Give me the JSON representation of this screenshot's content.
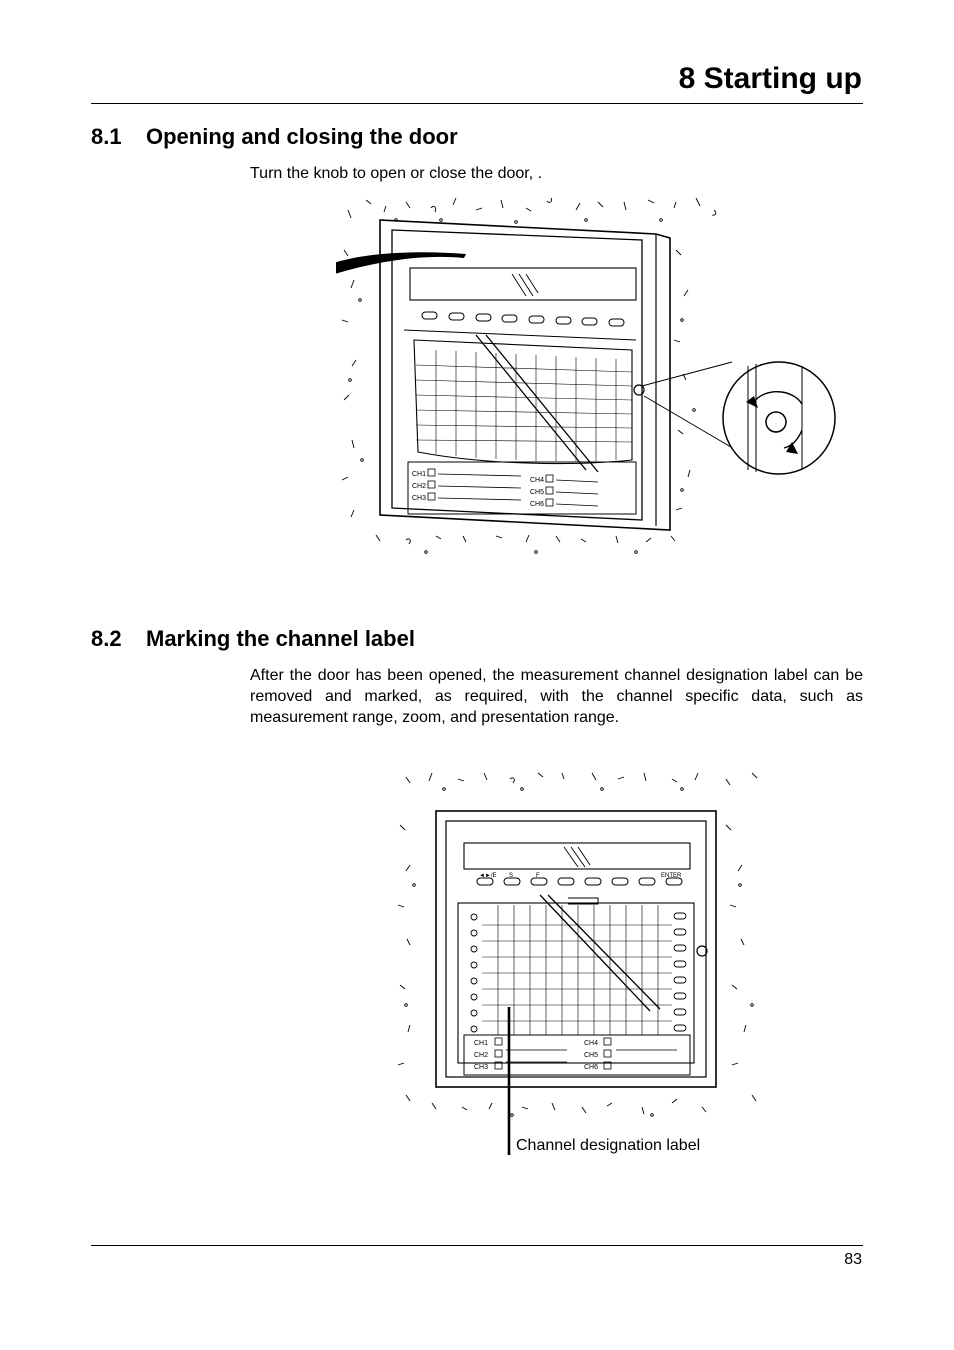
{
  "header": {
    "chapter_title": "8 Starting up"
  },
  "section_1": {
    "number": "8.1",
    "title": "Opening and closing the door",
    "text": "Turn the knob to open or close the door, ."
  },
  "section_2": {
    "number": "8.2",
    "title": "Marking the channel label",
    "text": "After the door has been opened, the measurement channel designation label can be removed and marked, as required, with the channel specific data, such as measurement range, zoom, and presentation range."
  },
  "figure_1": {
    "channels_left": [
      "CH1",
      "CH2",
      "CH3"
    ],
    "channels_right": [
      "CH4",
      "CH5",
      "CH6"
    ]
  },
  "figure_2": {
    "callout": "Channel designation label",
    "keys": [
      "◄►/E",
      "S",
      "F",
      "ENTER"
    ],
    "channels_left": [
      "CH1",
      "CH2",
      "CH3"
    ],
    "channels_right": [
      "CH4",
      "CH5",
      "CH6"
    ]
  },
  "footer": {
    "page_number": "83"
  }
}
